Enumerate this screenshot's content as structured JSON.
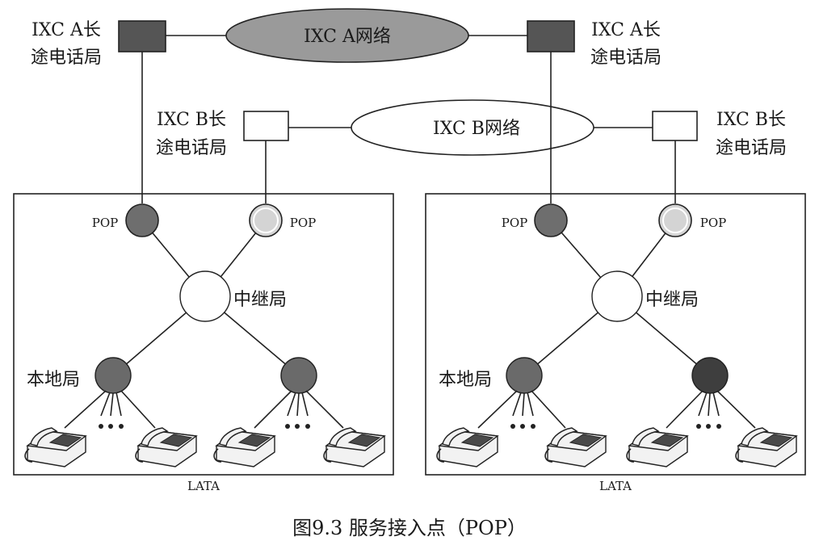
{
  "networks": {
    "ixc_a": "IXC A网络",
    "ixc_b": "IXC B网络"
  },
  "offices": {
    "ixc_a_left": [
      "IXC A长",
      "途电话局"
    ],
    "ixc_a_right": [
      "IXC A长",
      "途电话局"
    ],
    "ixc_b_left": [
      "IXC B长",
      "途电话局"
    ],
    "ixc_b_right": [
      "IXC B长",
      "途电话局"
    ]
  },
  "lata_left": {
    "pop_a": "POP",
    "pop_b": "POP",
    "tandem": "中继局",
    "local": "本地局",
    "label": "LATA"
  },
  "lata_right": {
    "pop_a": "POP",
    "pop_b": "POP",
    "tandem": "中继局",
    "local": "本地局",
    "label": "LATA"
  },
  "caption": "图9.3  服务接入点（POP）",
  "colors": {
    "ixc_a": "#6e6e6e",
    "ixc_b": "#d4d4d4",
    "network_a_fill": "#9a9a9a"
  },
  "icons": {
    "office": "switching-office-box",
    "phone": "telephone-icon",
    "more": "ellipsis-dots"
  }
}
